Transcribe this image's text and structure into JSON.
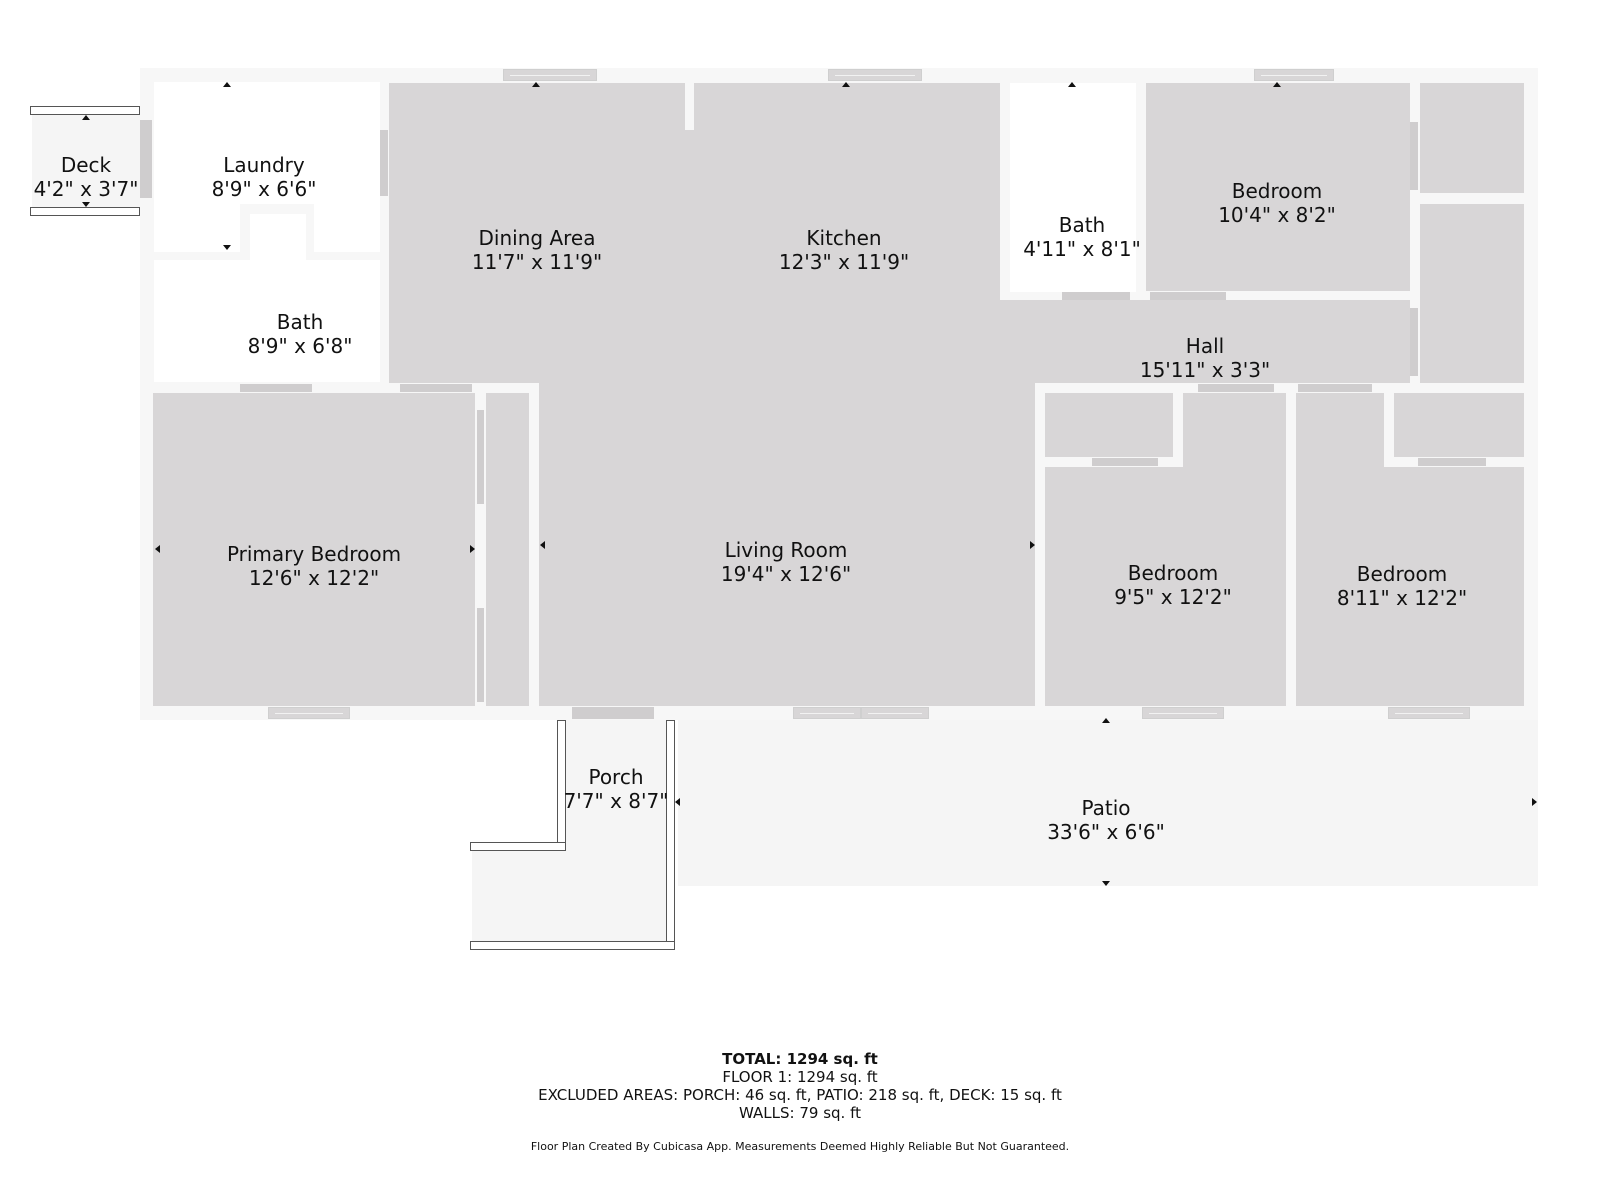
{
  "floor_plan": {
    "rooms": [
      {
        "id": "deck",
        "name": "Deck",
        "dimensions": "4'2\" x 3'7\""
      },
      {
        "id": "laundry",
        "name": "Laundry",
        "dimensions": "8'9\" x 6'6\""
      },
      {
        "id": "bath1",
        "name": "Bath",
        "dimensions": "8'9\" x 6'8\""
      },
      {
        "id": "dining",
        "name": "Dining Area",
        "dimensions": "11'7\" x 11'9\""
      },
      {
        "id": "kitchen",
        "name": "Kitchen",
        "dimensions": "12'3\" x 11'9\""
      },
      {
        "id": "bath2",
        "name": "Bath",
        "dimensions": "4'11\" x 8'1\""
      },
      {
        "id": "bedroom1",
        "name": "Bedroom",
        "dimensions": "10'4\" x 8'2\""
      },
      {
        "id": "hall",
        "name": "Hall",
        "dimensions": "15'11\" x 3'3\""
      },
      {
        "id": "primary",
        "name": "Primary Bedroom",
        "dimensions": "12'6\" x 12'2\""
      },
      {
        "id": "living",
        "name": "Living Room",
        "dimensions": "19'4\" x 12'6\""
      },
      {
        "id": "bedroom2",
        "name": "Bedroom",
        "dimensions": "9'5\" x 12'2\""
      },
      {
        "id": "bedroom3",
        "name": "Bedroom",
        "dimensions": "8'11\" x 12'2\""
      },
      {
        "id": "porch",
        "name": "Porch",
        "dimensions": "7'7\" x 8'7\""
      },
      {
        "id": "patio",
        "name": "Patio",
        "dimensions": "33'6\" x 6'6\""
      }
    ],
    "colors": {
      "room_fill": "#d8d6d7",
      "wall": "#f7f7f7",
      "outdoor": "#f5f5f5",
      "text": "#111111"
    }
  },
  "summary": {
    "total": "TOTAL: 1294 sq. ft",
    "floor1": "FLOOR 1: 1294 sq. ft",
    "excluded": "EXCLUDED AREAS: PORCH: 46 sq. ft, PATIO: 218 sq. ft, DECK: 15 sq. ft",
    "walls": "WALLS: 79 sq. ft",
    "disclaimer": "Floor Plan Created By Cubicasa App. Measurements Deemed Highly Reliable But Not Guaranteed."
  }
}
